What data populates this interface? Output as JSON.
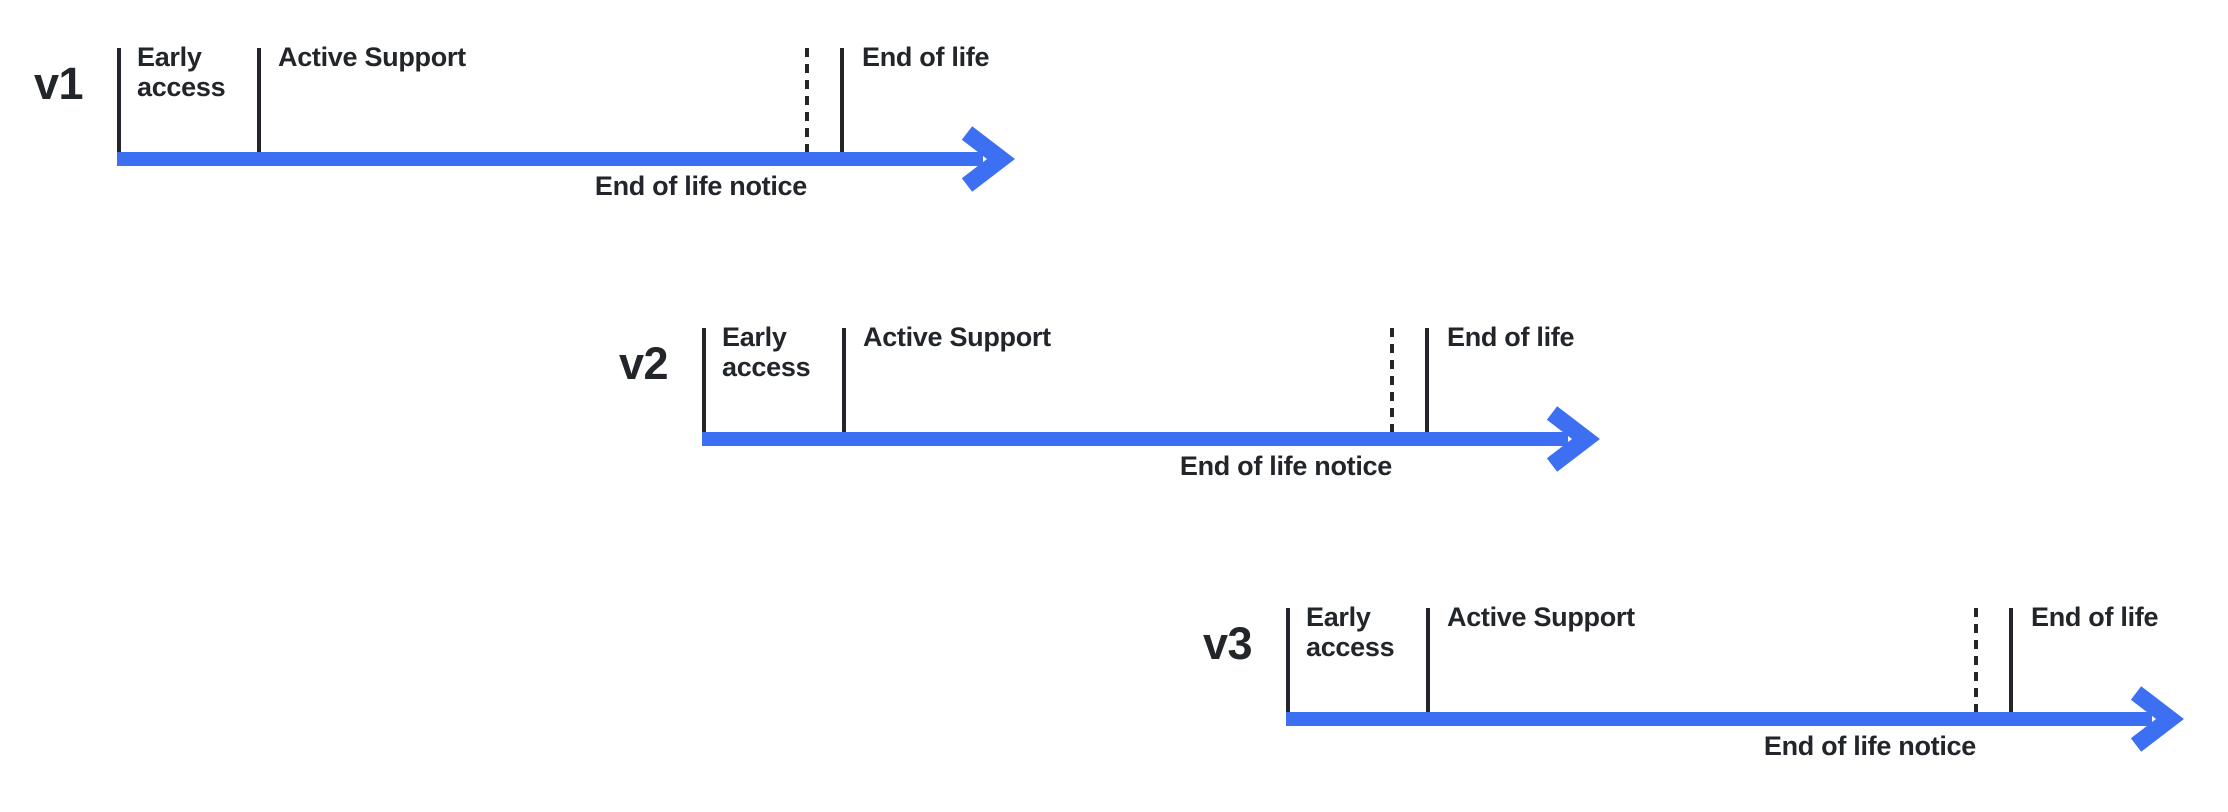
{
  "diagram": {
    "background_color": "#ffffff",
    "line_color": "#22262b",
    "text_color": "#22262b",
    "arrow_color": "#3d6ff2",
    "timelines": [
      {
        "version": "v1",
        "early_access": "Early access",
        "active_support": "Active Support",
        "end_of_life": "End of life",
        "end_of_life_notice": "End of life notice"
      },
      {
        "version": "v2",
        "early_access": "Early access",
        "active_support": "Active Support",
        "end_of_life": "End of life",
        "end_of_life_notice": "End of life notice"
      },
      {
        "version": "v3",
        "early_access": "Early access",
        "active_support": "Active Support",
        "end_of_life": "End of life",
        "end_of_life_notice": "End of life notice"
      }
    ]
  }
}
